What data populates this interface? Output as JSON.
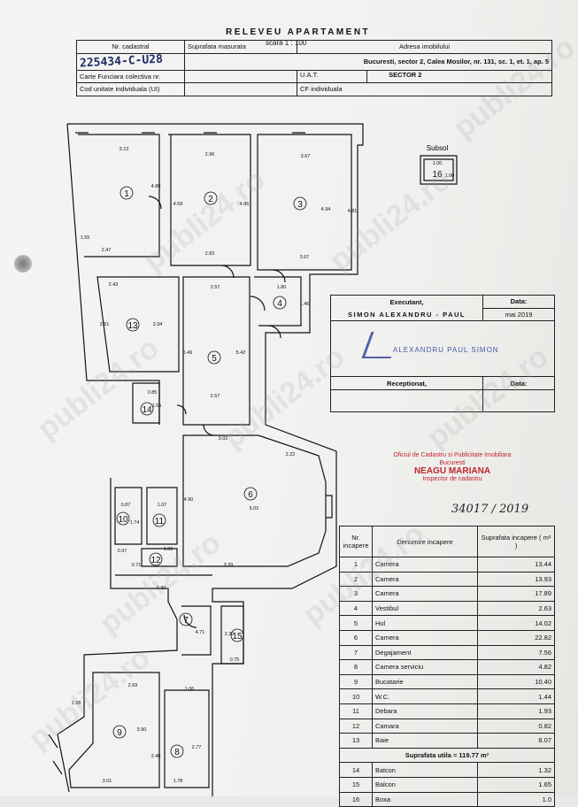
{
  "header": {
    "title": "RELEVEU APARTAMENT",
    "scale": "scara 1 : 100",
    "nr_cadastral_label": "Nr. cadastral",
    "nr_cadastral_value": "225434-C-U28",
    "suprafata_label": "Suprafata masurata",
    "adresa_label": "Adresa imobilului",
    "adresa_value": "Bucuresti, sector 2, Calea Mosilor, nr. 131, sc. 1, et. 1, ap. 5",
    "carte_label": "Carte Funciara colectiva nr.",
    "uat_label": "U.A.T.",
    "uat_value": "SECTOR 2",
    "cod_label": "Cod unitate individuala (UI)",
    "cf_label": "CF individuala"
  },
  "plan": {
    "rooms": [
      "1",
      "2",
      "3",
      "4",
      "5",
      "6",
      "7",
      "8",
      "9",
      "10",
      "11",
      "12",
      "13",
      "14",
      "15",
      "16"
    ],
    "subsol_label": "Subsol",
    "dims": [
      "3.13",
      "2.96",
      "3.67",
      "4.80",
      "4.59",
      "4.86",
      "4.94",
      "4.81",
      "1.55",
      "2.47",
      "2.83",
      "3.67",
      "2.43",
      "2.57",
      "1.80",
      "1.46",
      "2.51",
      "3.34",
      "5.49",
      "5.42",
      "0.85",
      "1.55",
      "2.57",
      "3.02",
      "2.22",
      "4.90",
      "5.02",
      "0.87",
      "1.07",
      "1.74",
      "1.06",
      "0.97",
      "0.71",
      "3.39",
      "3.30",
      "4.71",
      "2.20",
      "0.75",
      "2.69",
      "1.06",
      "1.98",
      "3.90",
      "2.40",
      "2.77",
      "3.01",
      "1.78",
      "1.00",
      "1.00"
    ]
  },
  "executant": {
    "label": "Executant,",
    "name": "SIMON ALEXANDRU - PAUL",
    "data_label": "Data:",
    "data_value": "mai 2019",
    "stamp_text": "ALEXANDRU PAUL SIMON",
    "receptionat_label": "Receptionat,",
    "data2_label": "Data:"
  },
  "stamp": {
    "line1": "Oficiul de Cadastru si Publicitate Imobiliara",
    "line2": "Bucuresti",
    "name": "NEAGU MARIANA",
    "role": "Inspector de cadastru",
    "handwritten": "34017 / 2019"
  },
  "rooms_table": {
    "headers": [
      "Nr. incapere",
      "Denumire incapere",
      "Suprafata incapere ( m² )"
    ],
    "rows": [
      {
        "nr": "1",
        "name": "Camera",
        "area": "13.44"
      },
      {
        "nr": "2",
        "name": "Camera",
        "area": "13.93"
      },
      {
        "nr": "3",
        "name": "Camera",
        "area": "17.89"
      },
      {
        "nr": "4",
        "name": "Vestibul",
        "area": "2.63"
      },
      {
        "nr": "5",
        "name": "Hol",
        "area": "14.02"
      },
      {
        "nr": "6",
        "name": "Camera",
        "area": "22.82"
      },
      {
        "nr": "7",
        "name": "Degajament",
        "area": "7.56"
      },
      {
        "nr": "8",
        "name": "Camera serviciu",
        "area": "4.82"
      },
      {
        "nr": "9",
        "name": "Bucatarie",
        "area": "10.40"
      },
      {
        "nr": "10",
        "name": "W.C.",
        "area": "1.44"
      },
      {
        "nr": "11",
        "name": "Debara",
        "area": "1.93"
      },
      {
        "nr": "12",
        "name": "Camara",
        "area": "0.82"
      },
      {
        "nr": "13",
        "name": "Baie",
        "area": "8.07"
      }
    ],
    "total": "Suprafata utila = 119.77 m²",
    "extra_rows": [
      {
        "nr": "14",
        "name": "Balcon",
        "area": "1.32"
      },
      {
        "nr": "15",
        "name": "Balcon",
        "area": "1.65"
      },
      {
        "nr": "16",
        "name": "Boxa",
        "area": "1.0"
      }
    ]
  },
  "watermark": "publi24.ro",
  "colors": {
    "ink": "#111111",
    "stamp_red": "#c0262c",
    "pen_blue": "#1c2c6a"
  }
}
